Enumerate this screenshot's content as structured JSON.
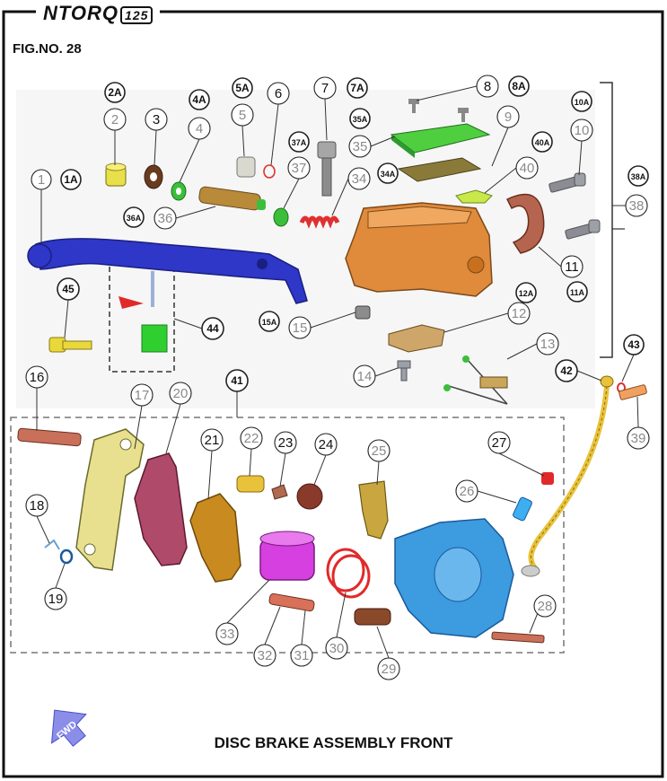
{
  "header": {
    "brand_main": "NTORQ",
    "brand_model": "125",
    "fig_no": "FIG.NO. 28"
  },
  "footer": {
    "title": "DISC BRAKE ASSEMBLY FRONT",
    "fwd_label": "FWD"
  },
  "callouts": [
    {
      "id": "c1",
      "label": "1",
      "style": "grey"
    },
    {
      "id": "c1A",
      "label": "1A",
      "style": "bold"
    },
    {
      "id": "c2A",
      "label": "2A",
      "style": "bold"
    },
    {
      "id": "c2",
      "label": "2",
      "style": "grey"
    },
    {
      "id": "c3",
      "label": "3",
      "style": "normal"
    },
    {
      "id": "c4A",
      "label": "4A",
      "style": "bold"
    },
    {
      "id": "c4",
      "label": "4",
      "style": "grey"
    },
    {
      "id": "c5A",
      "label": "5A",
      "style": "bold"
    },
    {
      "id": "c5",
      "label": "5",
      "style": "grey"
    },
    {
      "id": "c6",
      "label": "6",
      "style": "normal"
    },
    {
      "id": "c7",
      "label": "7",
      "style": "normal"
    },
    {
      "id": "c7A",
      "label": "7A",
      "style": "bold"
    },
    {
      "id": "c8",
      "label": "8",
      "style": "normal"
    },
    {
      "id": "c8A",
      "label": "8A",
      "style": "bold"
    },
    {
      "id": "c9",
      "label": "9",
      "style": "grey"
    },
    {
      "id": "c10A",
      "label": "10A",
      "style": "bold"
    },
    {
      "id": "c10",
      "label": "10",
      "style": "grey"
    },
    {
      "id": "c35A",
      "label": "35A",
      "style": "bold"
    },
    {
      "id": "c35",
      "label": "35",
      "style": "grey"
    },
    {
      "id": "c37A",
      "label": "37A",
      "style": "bold"
    },
    {
      "id": "c37",
      "label": "37",
      "style": "grey"
    },
    {
      "id": "c40A",
      "label": "40A",
      "style": "bold"
    },
    {
      "id": "c40",
      "label": "40",
      "style": "grey"
    },
    {
      "id": "c34A",
      "label": "34A",
      "style": "bold"
    },
    {
      "id": "c34",
      "label": "34",
      "style": "grey"
    },
    {
      "id": "c36A",
      "label": "36A",
      "style": "bold"
    },
    {
      "id": "c36",
      "label": "36",
      "style": "grey"
    },
    {
      "id": "c38A",
      "label": "38A",
      "style": "bold"
    },
    {
      "id": "c38",
      "label": "38",
      "style": "grey"
    },
    {
      "id": "c11",
      "label": "11",
      "style": "normal"
    },
    {
      "id": "c11A",
      "label": "11A",
      "style": "bold"
    },
    {
      "id": "c45",
      "label": "45",
      "style": "bold"
    },
    {
      "id": "c44",
      "label": "44",
      "style": "bold"
    },
    {
      "id": "c15A",
      "label": "15A",
      "style": "bold"
    },
    {
      "id": "c15",
      "label": "15",
      "style": "grey"
    },
    {
      "id": "c12A",
      "label": "12A",
      "style": "bold"
    },
    {
      "id": "c12",
      "label": "12",
      "style": "grey"
    },
    {
      "id": "c13",
      "label": "13",
      "style": "grey"
    },
    {
      "id": "c43",
      "label": "43",
      "style": "bold"
    },
    {
      "id": "c42",
      "label": "42",
      "style": "bold"
    },
    {
      "id": "c39",
      "label": "39",
      "style": "grey"
    },
    {
      "id": "c14",
      "label": "14",
      "style": "grey"
    },
    {
      "id": "c16",
      "label": "16",
      "style": "normal"
    },
    {
      "id": "c17",
      "label": "17",
      "style": "grey"
    },
    {
      "id": "c20",
      "label": "20",
      "style": "grey"
    },
    {
      "id": "c41",
      "label": "41",
      "style": "bold"
    },
    {
      "id": "c21",
      "label": "21",
      "style": "normal"
    },
    {
      "id": "c22",
      "label": "22",
      "style": "grey"
    },
    {
      "id": "c23",
      "label": "23",
      "style": "normal"
    },
    {
      "id": "c24",
      "label": "24",
      "style": "normal"
    },
    {
      "id": "c25",
      "label": "25",
      "style": "grey"
    },
    {
      "id": "c27",
      "label": "27",
      "style": "normal"
    },
    {
      "id": "c26",
      "label": "26",
      "style": "grey"
    },
    {
      "id": "c18",
      "label": "18",
      "style": "normal"
    },
    {
      "id": "c19",
      "label": "19",
      "style": "normal"
    },
    {
      "id": "c28",
      "label": "28",
      "style": "grey"
    },
    {
      "id": "c33",
      "label": "33",
      "style": "grey"
    },
    {
      "id": "c32",
      "label": "32",
      "style": "grey"
    },
    {
      "id": "c31",
      "label": "31",
      "style": "grey"
    },
    {
      "id": "c30",
      "label": "30",
      "style": "grey"
    },
    {
      "id": "c29",
      "label": "29",
      "style": "grey"
    }
  ],
  "colors": {
    "lever": "#2f37c9",
    "master_cylinder": "#e08a3c",
    "caliper": "#3d9be0",
    "cap": "#4fcf3f",
    "diaphragm": "#8a7a3a",
    "clamp": "#b5654f",
    "bracket": "#e8e08f",
    "pad_outer": "#b04a6a",
    "pad_inner": "#c98a1f",
    "piston": "#d63fe0",
    "hose": "#e8c23a",
    "seal": "#e02a2a"
  }
}
